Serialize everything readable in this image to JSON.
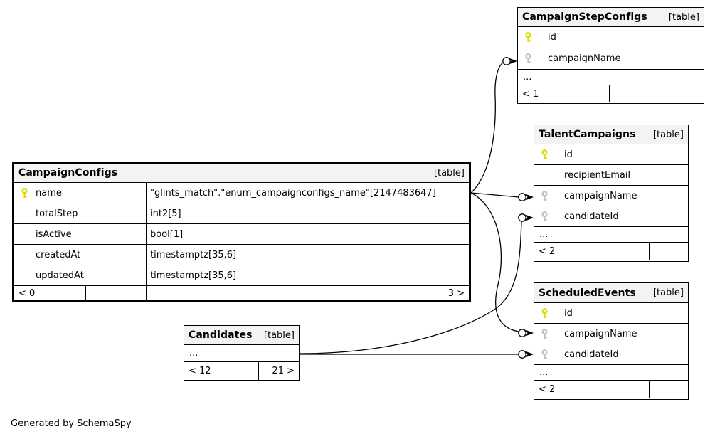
{
  "note": "Generated by SchemaSpy",
  "colors": {
    "primary_key": "#dbdb00",
    "foreign_key": "#c0c0c0",
    "header_bg": "#f3f3f3",
    "line": "#000000"
  },
  "tables": [
    {
      "title": "CampaignConfigs",
      "badge": "[table]",
      "columns": [
        {
          "name": "name",
          "type": "\"glints_match\".\"enum_campaignconfigs_name\"[2147483647]",
          "key": "primary"
        },
        {
          "name": "totalStep",
          "type": "int2[5]",
          "key": "none"
        },
        {
          "name": "isActive",
          "type": "bool[1]",
          "key": "none"
        },
        {
          "name": "createdAt",
          "type": "timestamptz[35,6]",
          "key": "none"
        },
        {
          "name": "updatedAt",
          "type": "timestamptz[35,6]",
          "key": "none"
        }
      ],
      "footer": [
        "< 0",
        "",
        "3 >"
      ]
    },
    {
      "title": "CampaignStepConfigs",
      "badge": "[table]",
      "columns": [
        {
          "name": "id",
          "key": "primary"
        },
        {
          "name": "campaignName",
          "key": "foreign"
        }
      ],
      "ellipsis": "...",
      "footer": [
        "< 1",
        "",
        ""
      ]
    },
    {
      "title": "TalentCampaigns",
      "badge": "[table]",
      "columns": [
        {
          "name": "id",
          "key": "primary"
        },
        {
          "name": "recipientEmail",
          "key": "none"
        },
        {
          "name": "campaignName",
          "key": "foreign"
        },
        {
          "name": "candidateId",
          "key": "foreign"
        }
      ],
      "ellipsis": "...",
      "footer": [
        "< 2",
        "",
        ""
      ]
    },
    {
      "title": "ScheduledEvents",
      "badge": "[table]",
      "columns": [
        {
          "name": "id",
          "key": "primary"
        },
        {
          "name": "campaignName",
          "key": "foreign"
        },
        {
          "name": "candidateId",
          "key": "foreign"
        }
      ],
      "ellipsis": "...",
      "footer": [
        "< 2",
        "",
        ""
      ]
    },
    {
      "title": "Candidates",
      "badge": "[table]",
      "columns": [],
      "ellipsis": "...",
      "footer": [
        "< 12",
        "",
        "21 >"
      ]
    }
  ],
  "edges": [
    {
      "from": "CampaignConfigs.name",
      "to": "CampaignStepConfigs.campaignName"
    },
    {
      "from": "CampaignConfigs.name",
      "to": "TalentCampaigns.campaignName"
    },
    {
      "from": "CampaignConfigs.name",
      "to": "ScheduledEvents.campaignName"
    },
    {
      "from": "Candidates",
      "to": "TalentCampaigns.candidateId"
    },
    {
      "from": "Candidates",
      "to": "ScheduledEvents.candidateId"
    }
  ]
}
